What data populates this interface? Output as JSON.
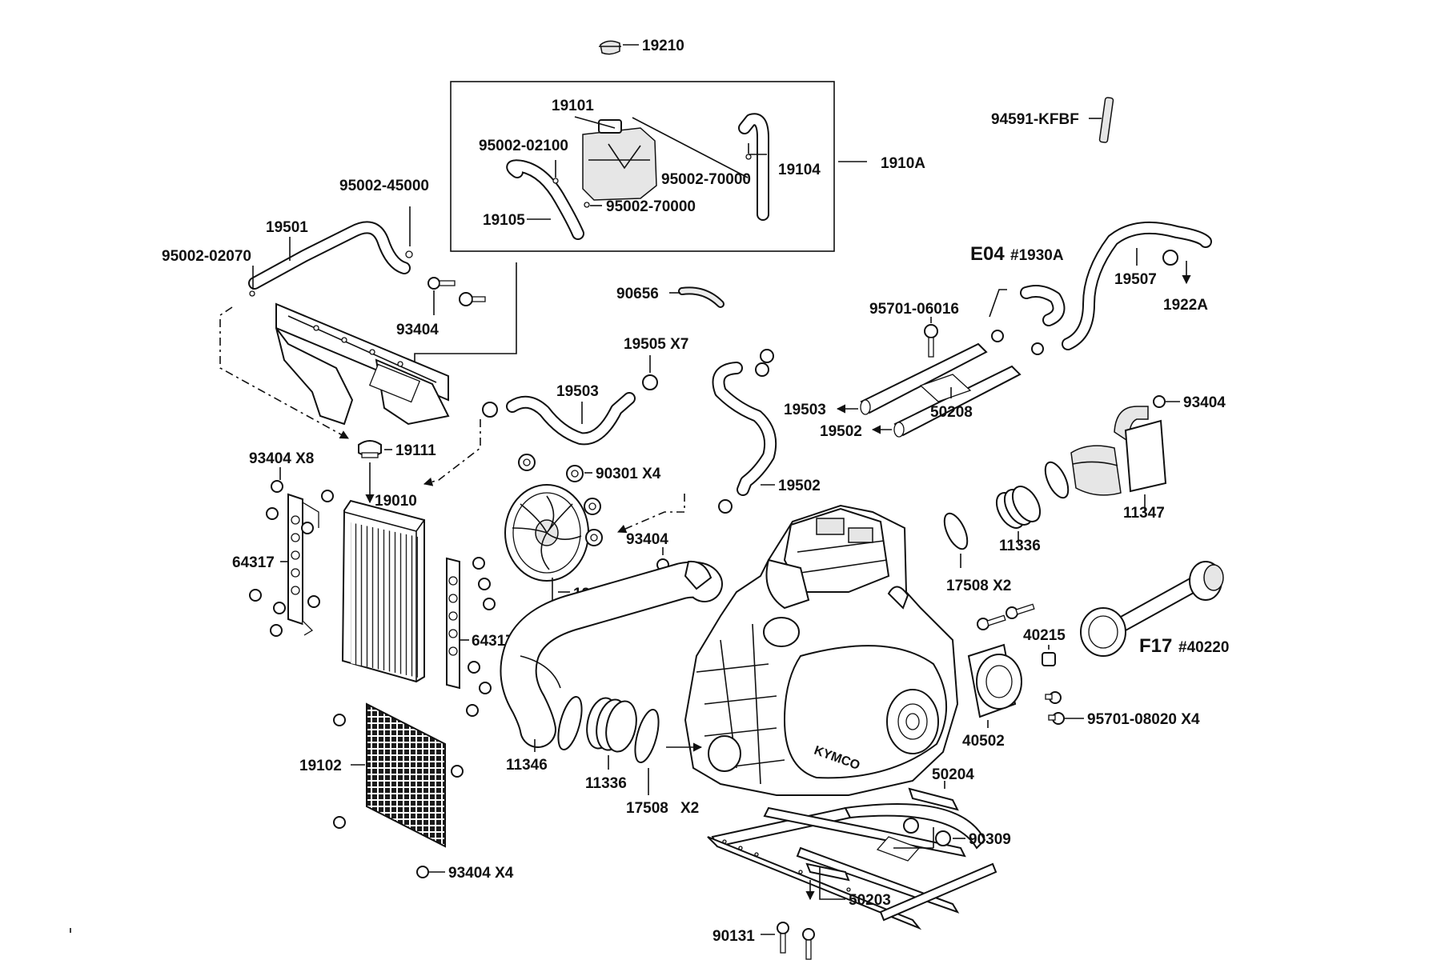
{
  "labels": {
    "p19210": "19210",
    "p19101": "19101",
    "p95002_02100": "95002-02100",
    "p95002_70000_a": "95002-70000",
    "p19104": "19104",
    "p1910A": "1910A",
    "p19105": "19105",
    "p95002_70000_b": "95002-70000",
    "p94591": "94591-KFBF",
    "p95002_45000": "95002-45000",
    "p19501": "19501",
    "p95002_02070": "95002-02070",
    "p93404_a": "93404",
    "p90656": "90656",
    "e04_ref": "E04",
    "e04_num": "#1930A",
    "p19507": "19507",
    "p1922A": "1922A",
    "p95701_06016": "95701-06016",
    "p19505": "19505 X7",
    "p19503_a": "19503",
    "p19503_b": "19503",
    "p50208": "50208",
    "p19502_a": "19502",
    "p93404_b": "93404",
    "p93404_x8": "93404 X8",
    "p19111": "19111",
    "p90301": "90301 X4",
    "p19502_b": "19502",
    "p11347": "11347",
    "p19010": "19010",
    "p93404_c": "93404",
    "p11336_a": "11336",
    "p64317_a": "64317",
    "p17508_a": "17508 X2",
    "p19005": "19005",
    "p40215": "40215",
    "f17_ref": "F17",
    "f17_num": "#40220",
    "p64317_b": "64317",
    "p95701_08020": "95701-08020 X4",
    "p40502": "40502",
    "p19102": "19102",
    "p11346": "11346",
    "p11336_b": "11336",
    "p17508_b": "17508",
    "p17508_b_qty": "X2",
    "p50204": "50204",
    "p90309": "90309",
    "p93404_x4": "93404 X4",
    "p50203": "50203",
    "p90131": "90131",
    "engine_brand": "KYMCO"
  },
  "colors": {
    "ink": "#111111",
    "paper": "#ffffff"
  }
}
